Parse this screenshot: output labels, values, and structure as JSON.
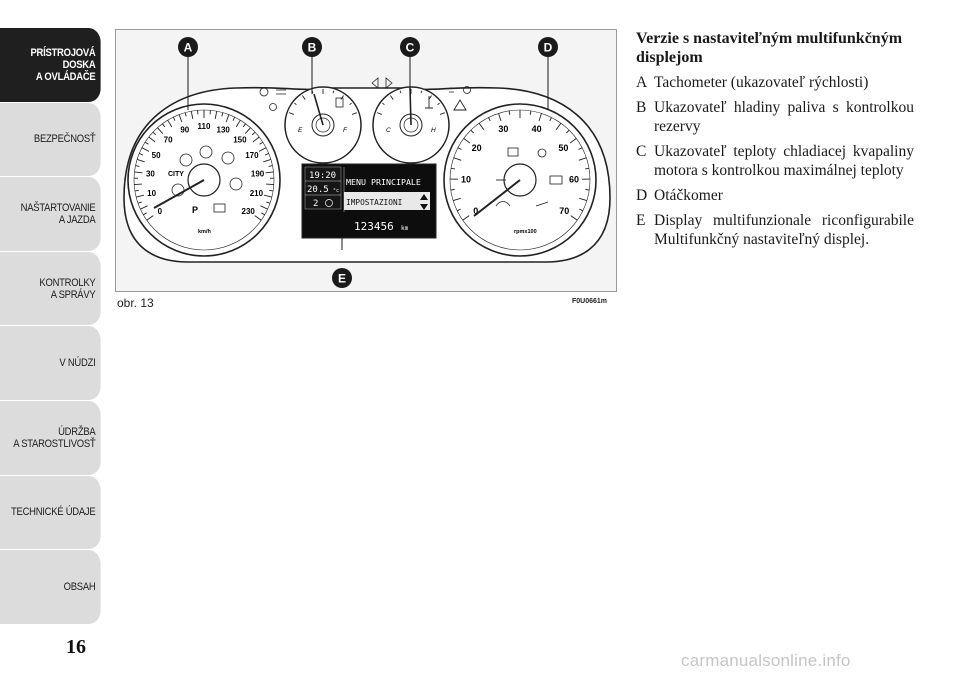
{
  "sidebar": {
    "tabs": [
      {
        "lines": [
          "PRÍSTROJOVÁ",
          "DOSKA",
          "A OVLÁDAČE"
        ],
        "active": true
      },
      {
        "lines": [
          "BEZPEČNOSŤ"
        ],
        "active": false
      },
      {
        "lines": [
          "NAŠTARTOVANIE",
          "A JAZDA"
        ],
        "active": false
      },
      {
        "lines": [
          "KONTROLKY",
          "A SPRÁVY"
        ],
        "active": false
      },
      {
        "lines": [
          "V NÚDZI"
        ],
        "active": false
      },
      {
        "lines": [
          "ÚDRŽBA",
          "A STAROSTLIVOSŤ"
        ],
        "active": false
      },
      {
        "lines": [
          "TECHNICKÉ ÚDAJE"
        ],
        "active": false
      },
      {
        "lines": [
          "OBSAH"
        ],
        "active": false
      }
    ]
  },
  "page": {
    "number": "16"
  },
  "figure": {
    "caption": "obr. 13",
    "code": "F0U0661m",
    "callouts": [
      "A",
      "B",
      "C",
      "D",
      "E"
    ],
    "callout_color": "#1a1a1a",
    "speedometer": {
      "ticks": [
        "0",
        "10",
        "30",
        "50",
        "70",
        "90",
        "110",
        "130",
        "150",
        "170",
        "190",
        "210",
        "230"
      ],
      "unit": "km/h",
      "label_city": "CITY"
    },
    "tachometer": {
      "ticks": [
        "0",
        "10",
        "20",
        "30",
        "40",
        "50",
        "60",
        "70"
      ],
      "unit": "rpmx100"
    },
    "fuel_gauge": {
      "empty": "E",
      "full": "F"
    },
    "temp_gauge": {
      "cold": "C",
      "hot": "H"
    },
    "display": {
      "time": "19:20",
      "temperature": "20.5",
      "temp_unit": "°c",
      "gear": "2",
      "menu_title": "MENU PRINCIPALE",
      "menu_item": "IMPOSTAZIONI",
      "odometer": "123456",
      "odometer_unit": "km"
    }
  },
  "content": {
    "title": "Verzie s nastaviteľným multifunkčným displejom",
    "items": [
      {
        "letter": "A",
        "text": "Tachometer (ukazovateľ rýchlosti)"
      },
      {
        "letter": "B",
        "text": "Ukazovateľ hladiny paliva s kontrolkou rezervy"
      },
      {
        "letter": "C",
        "text": "Ukazovateľ teploty chladiacej kvapaliny motora s kontrolkou maximálnej teploty"
      },
      {
        "letter": "D",
        "text": "Otáčkomer"
      },
      {
        "letter": "E",
        "text": "Display multifunzionale riconfigurabile Multifunkčný nastaviteľný displej."
      }
    ]
  },
  "watermark": "carmanualsonline.info"
}
